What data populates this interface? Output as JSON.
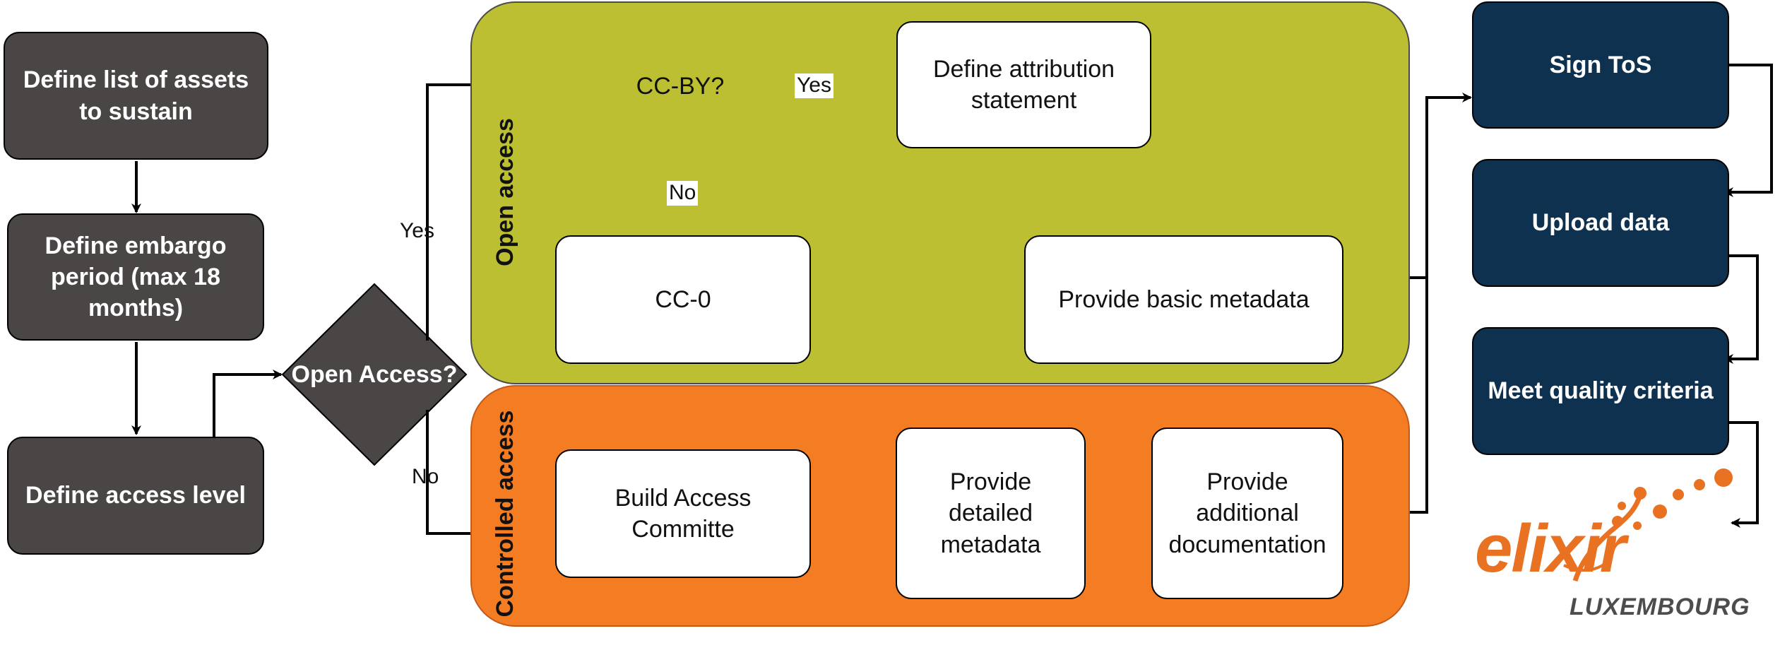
{
  "regions": {
    "open_access": "Open access",
    "controlled_access": "Controlled access"
  },
  "nodes": {
    "define_assets": "Define list of assets to sustain",
    "define_embargo": "Define embargo period (max 18 months)",
    "define_access_level": "Define access level",
    "open_access_decision": "Open Access?",
    "cc_by_decision": "CC-BY?",
    "define_attribution": "Define attribution statement",
    "cc0": "CC-0",
    "basic_metadata": "Provide basic metadata",
    "build_committee": "Build Access Committe",
    "detailed_metadata": "Provide detailed metadata",
    "additional_documentation": "Provide additional documentation",
    "sign_tos": "Sign ToS",
    "upload_data": "Upload data",
    "quality_criteria": "Meet quality criteria"
  },
  "edge_labels": {
    "open_yes": "Yes",
    "open_no": "No",
    "ccby_yes": "Yes",
    "ccby_no": "No"
  },
  "logo": {
    "brand": "elixir",
    "sub": "LUXEMBOURG"
  },
  "colors": {
    "dark_box": "#4a4645",
    "navy_box": "#0e3150",
    "open_region": "#bdbf33",
    "controlled_region": "#f47d23",
    "logo_orange": "#e97122"
  }
}
